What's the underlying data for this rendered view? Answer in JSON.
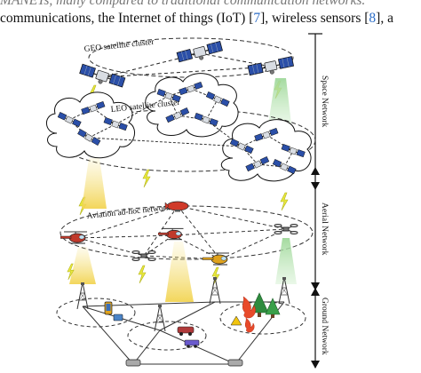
{
  "caption": {
    "line1": "MANETs, many compared to traditional communication networks.",
    "line2_parts": [
      "communications, the Internet of things (IoT) [",
      "7",
      "], wireless sensors [",
      "8",
      "], a"
    ]
  },
  "labels": {
    "geo": "GEO satellite cluster",
    "leo": "LEO satellite cluster",
    "aviation": "Aviation ad-hoc network",
    "space": "Space Network",
    "aerial": "Aerial Network",
    "ground": "Ground Network"
  },
  "colors": {
    "link_bolt": "#e8e83c",
    "beam_yellow": "#f6e48a",
    "beam_green": "#9fd89a",
    "helicopter_red": "#c0392b",
    "helicopter_yellow": "#e0a21c",
    "airship_red": "#d03a2a",
    "solar_panel": "#2b4fa8",
    "link_text": "#2a6cc7"
  },
  "icons": [
    "satellite-icon",
    "cloud-icon",
    "helicopter-icon",
    "airship-icon",
    "drone-icon",
    "tower-icon",
    "fire-icon",
    "tree-icon",
    "phone-icon",
    "car-icon"
  ]
}
